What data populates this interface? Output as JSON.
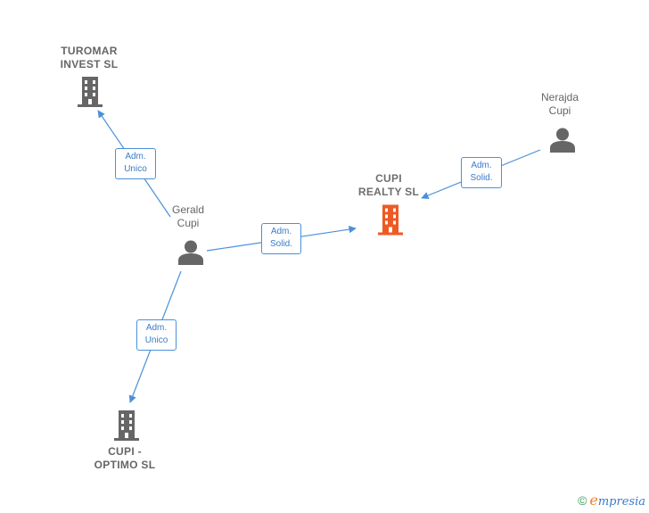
{
  "nodes": {
    "turomar": {
      "label": "TUROMAR\nINVEST  SL",
      "type": "company",
      "color": "#666666"
    },
    "cupi_realty": {
      "label": "CUPI\nREALTY  SL",
      "type": "company",
      "color": "#ee5a24"
    },
    "cupi_optimo": {
      "label": "CUPI -\nOPTIMO  SL",
      "type": "company",
      "color": "#666666"
    },
    "gerald": {
      "label": "Gerald\nCupi",
      "type": "person",
      "color": "#666666"
    },
    "nerajda": {
      "label": "Nerajda\nCupi",
      "type": "person",
      "color": "#666666"
    }
  },
  "edges": {
    "gerald_turomar": {
      "label": "Adm.\nUnico"
    },
    "gerald_realty": {
      "label": "Adm.\nSolid."
    },
    "nerajda_realty": {
      "label": "Adm.\nSolid."
    },
    "gerald_optimo": {
      "label": "Adm.\nUnico"
    }
  },
  "colors": {
    "edge": "#4a90d9",
    "building_default": "#666666",
    "building_focus": "#ee5a24"
  },
  "brand": {
    "copyright": "©",
    "initial": "e",
    "rest": "mpresia"
  }
}
